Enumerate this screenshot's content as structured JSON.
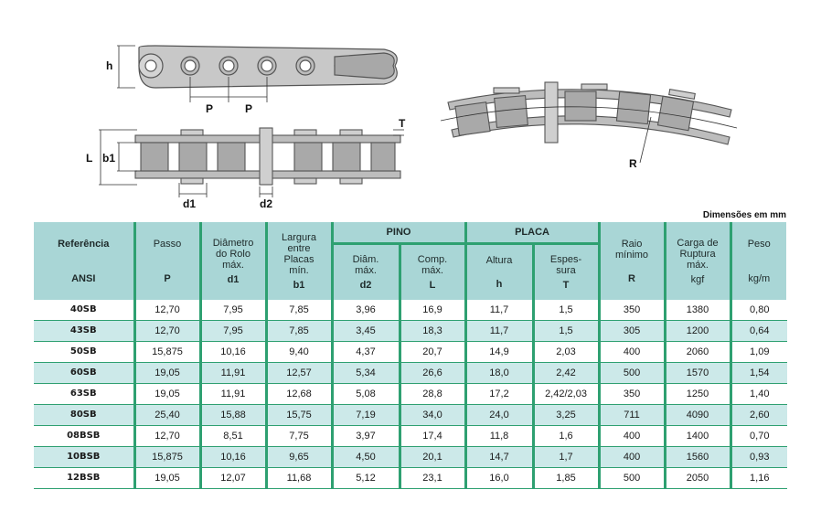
{
  "drawing_labels": {
    "h": "h",
    "p1": "P",
    "p2": "P",
    "L": "L",
    "b1": "b1",
    "d1": "d1",
    "d2": "d2",
    "T": "T",
    "R": "R"
  },
  "units_note": "Dimensões em mm",
  "table": {
    "headers": {
      "referencia": "Referência",
      "ansi": "ANSI",
      "passo": "Passo",
      "passo_sym": "P",
      "diametro": "Diâmetro do Rolo máx.",
      "diametro_sym": "d1",
      "largura": "Largura entre Placas mín.",
      "largura_sym": "b1",
      "pino": "PINO",
      "pino_diam": "Diâm. máx.",
      "pino_diam_sym": "d2",
      "pino_comp": "Comp. máx.",
      "pino_comp_sym": "L",
      "placa": "PLACA",
      "placa_altura": "Altura",
      "placa_altura_sym": "h",
      "placa_esp": "Espes- sura",
      "placa_esp_sym": "T",
      "raio": "Raio mínimo",
      "raio_sym": "R",
      "carga": "Carga de Ruptura máx.",
      "carga_sym": "kgf",
      "peso": "Peso",
      "peso_sym": "kg/m"
    },
    "rows": [
      {
        "ref": "40SB",
        "p": "12,70",
        "d1": "7,95",
        "b1": "7,85",
        "d2": "3,96",
        "L": "16,9",
        "h": "11,7",
        "T": "1,5",
        "R": "350",
        "kgf": "1380",
        "kgm": "0,80"
      },
      {
        "ref": "43SB",
        "p": "12,70",
        "d1": "7,95",
        "b1": "7,85",
        "d2": "3,45",
        "L": "18,3",
        "h": "11,7",
        "T": "1,5",
        "R": "305",
        "kgf": "1200",
        "kgm": "0,64"
      },
      {
        "ref": "50SB",
        "p": "15,875",
        "d1": "10,16",
        "b1": "9,40",
        "d2": "4,37",
        "L": "20,7",
        "h": "14,9",
        "T": "2,03",
        "R": "400",
        "kgf": "2060",
        "kgm": "1,09"
      },
      {
        "ref": "60SB",
        "p": "19,05",
        "d1": "11,91",
        "b1": "12,57",
        "d2": "5,34",
        "L": "26,6",
        "h": "18,0",
        "T": "2,42",
        "R": "500",
        "kgf": "1570",
        "kgm": "1,54"
      },
      {
        "ref": "63SB",
        "p": "19,05",
        "d1": "11,91",
        "b1": "12,68",
        "d2": "5,08",
        "L": "28,8",
        "h": "17,2",
        "T": "2,42/2,03",
        "R": "350",
        "kgf": "1250",
        "kgm": "1,40"
      },
      {
        "ref": "80SB",
        "p": "25,40",
        "d1": "15,88",
        "b1": "15,75",
        "d2": "7,19",
        "L": "34,0",
        "h": "24,0",
        "T": "3,25",
        "R": "711",
        "kgf": "4090",
        "kgm": "2,60"
      },
      {
        "ref": "08BSB",
        "p": "12,70",
        "d1": "8,51",
        "b1": "7,75",
        "d2": "3,97",
        "L": "17,4",
        "h": "11,8",
        "T": "1,6",
        "R": "400",
        "kgf": "1400",
        "kgm": "0,70"
      },
      {
        "ref": "10BSB",
        "p": "15,875",
        "d1": "10,16",
        "b1": "9,65",
        "d2": "4,50",
        "L": "20,1",
        "h": "14,7",
        "T": "1,7",
        "R": "400",
        "kgf": "1560",
        "kgm": "0,93"
      },
      {
        "ref": "12BSB",
        "p": "19,05",
        "d1": "12,07",
        "b1": "11,68",
        "d2": "5,12",
        "L": "23,1",
        "h": "16,0",
        "T": "1,85",
        "R": "500",
        "kgf": "2050",
        "kgm": "1,16"
      }
    ]
  }
}
